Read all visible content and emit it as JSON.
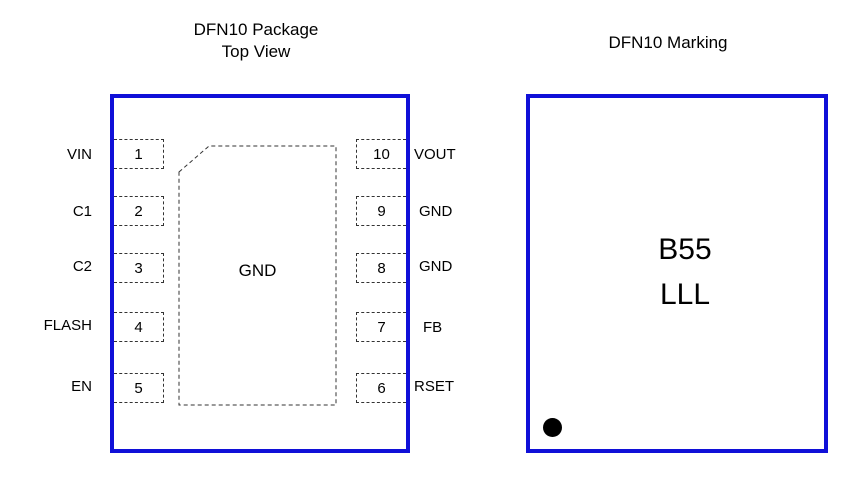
{
  "left_package": {
    "title_line1": "DFN10 Package",
    "title_line2": "Top View",
    "exposed_pad_label": "GND",
    "pins": [
      {
        "number": "1",
        "name": "VIN",
        "side": "left"
      },
      {
        "number": "2",
        "name": "C1",
        "side": "left"
      },
      {
        "number": "3",
        "name": "C2",
        "side": "left"
      },
      {
        "number": "4",
        "name": "FLASH",
        "side": "left"
      },
      {
        "number": "5",
        "name": "EN",
        "side": "left"
      },
      {
        "number": "6",
        "name": "RSET",
        "side": "right"
      },
      {
        "number": "7",
        "name": "FB",
        "side": "right"
      },
      {
        "number": "8",
        "name": "GND",
        "side": "right"
      },
      {
        "number": "9",
        "name": "GND",
        "side": "right"
      },
      {
        "number": "10",
        "name": "VOUT",
        "side": "right"
      }
    ]
  },
  "right_package": {
    "title": "DFN10 Marking",
    "marking_line1": "B55",
    "marking_line2": "LLL"
  },
  "colors": {
    "outline": "#1010d8",
    "dashed": "#333333",
    "text": "#000000"
  }
}
